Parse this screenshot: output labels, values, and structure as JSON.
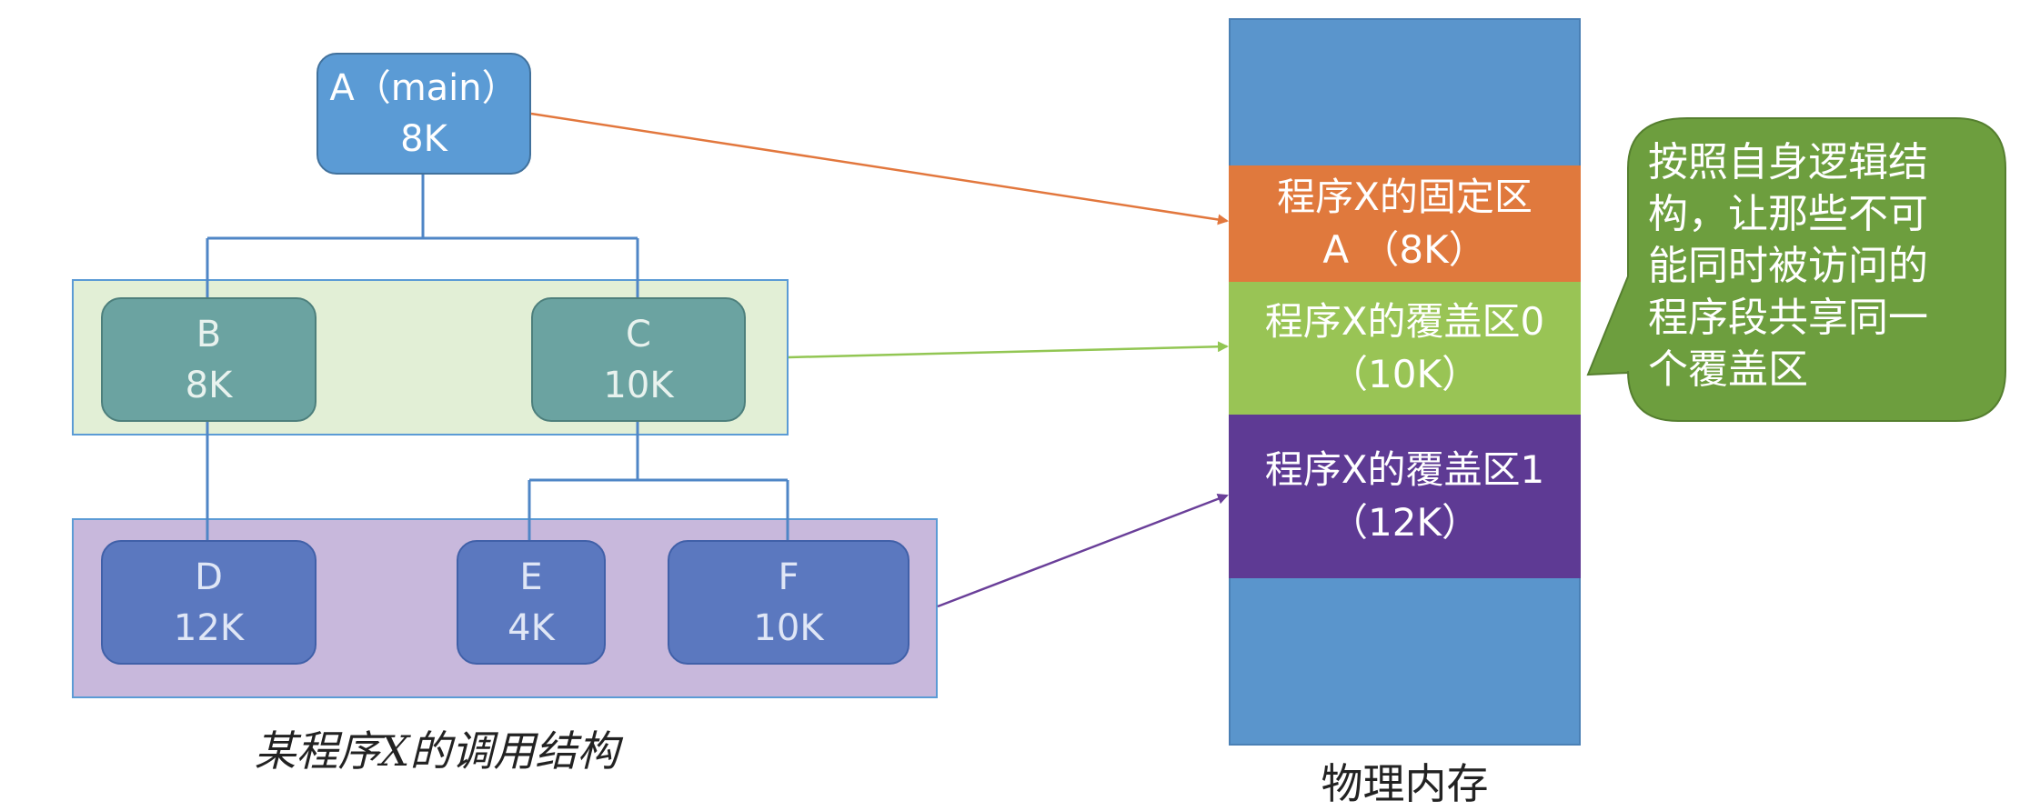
{
  "tree": {
    "a": {
      "name": "A（main）",
      "size": "8K"
    },
    "b": {
      "name": "B",
      "size": "8K"
    },
    "c": {
      "name": "C",
      "size": "10K"
    },
    "d": {
      "name": "D",
      "size": "12K"
    },
    "e": {
      "name": "E",
      "size": "4K"
    },
    "f": {
      "name": "F",
      "size": "10K"
    }
  },
  "tree_caption": "某程序X的调用结构",
  "memory": {
    "fixed": {
      "title": "程序X的固定区",
      "size": "A （8K）"
    },
    "overlay0": {
      "title": "程序X的覆盖区0",
      "size": "（10K）"
    },
    "overlay1": {
      "title": "程序X的覆盖区1",
      "size": "（12K）"
    },
    "caption": "物理内存"
  },
  "callout": {
    "lines": [
      "按照自身逻辑结",
      "构，让那些不可",
      "能同时被访问的",
      "程序段共享同一",
      "个覆盖区"
    ]
  },
  "colors": {
    "arrow_a": "#e2773d",
    "arrow_bc": "#92c653",
    "arrow_def": "#6a3f99",
    "tree_lines": "#4f86c6",
    "callout": "#6d9e3e"
  }
}
